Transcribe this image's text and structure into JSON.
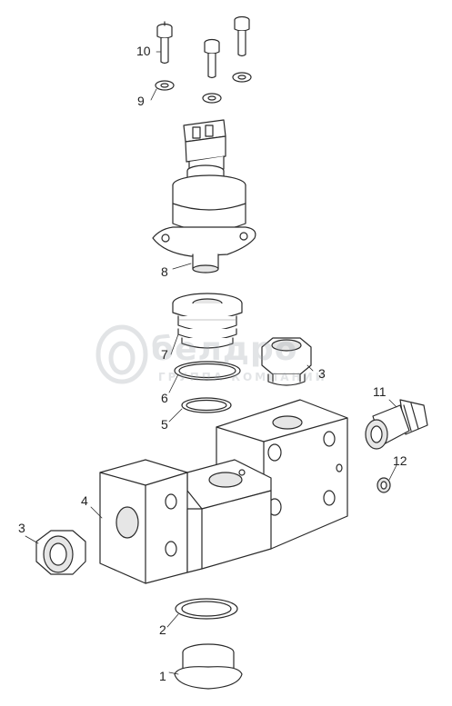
{
  "callouts": {
    "c1": "1",
    "c2": "2",
    "c3a": "3",
    "c3b": "3",
    "c4": "4",
    "c5": "5",
    "c6": "6",
    "c7": "7",
    "c8": "8",
    "c9": "9",
    "c10": "10",
    "c11": "11",
    "c12": "12"
  },
  "watermark": {
    "brand": "белдро",
    "subtitle": "ГРУППА КОМПАНИЙ"
  },
  "colors": {
    "line": "#2a2a2a",
    "fill": "#ffffff",
    "shade": "#e6e6e6",
    "watermark": "#9aa0a8"
  }
}
